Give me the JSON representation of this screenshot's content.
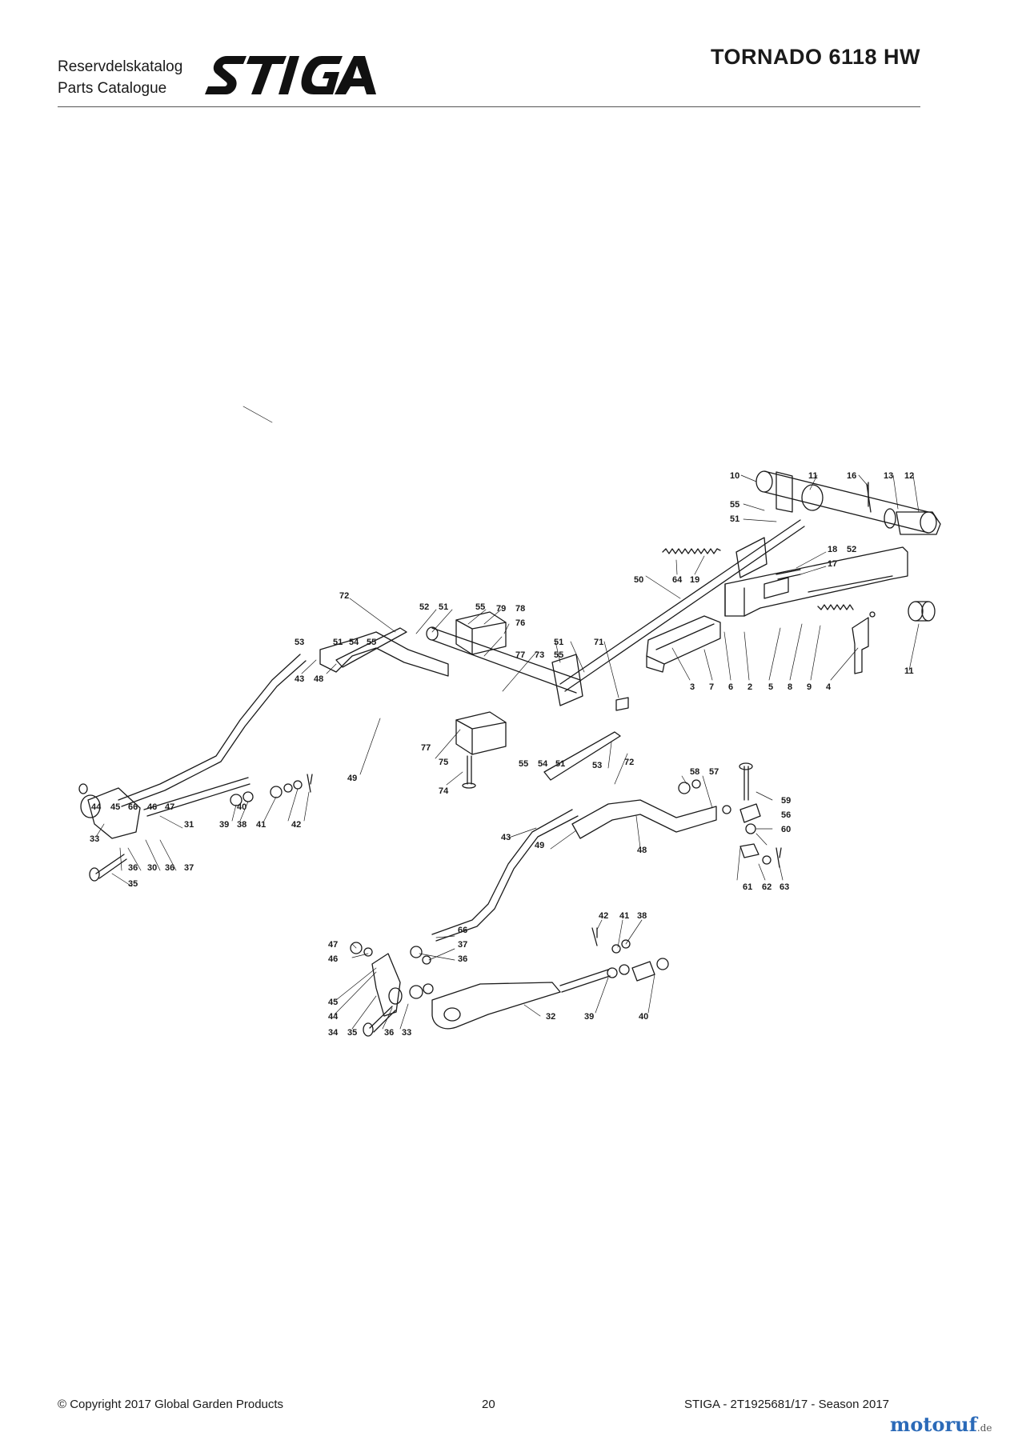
{
  "header": {
    "catalog_label_sv": "Reservdelskatalog",
    "catalog_label_en": "Parts Catalogue",
    "brand_logo_text": "STIGA",
    "model_title": "TORNADO 6118 HW"
  },
  "callouts": {
    "c10": "10",
    "c11a": "11",
    "c16": "16",
    "c13": "13",
    "c12": "12",
    "c55a": "55",
    "c51a": "51",
    "c18": "18",
    "c52a": "52",
    "c17": "17",
    "c64": "64",
    "c19": "19",
    "c50": "50",
    "c72a": "72",
    "c52b": "52",
    "c51b": "51",
    "c55b": "55",
    "c79": "79",
    "c78": "78",
    "c76": "76",
    "c53a": "53",
    "c51c": "51",
    "c54a": "54",
    "c55c": "55",
    "c77a": "77",
    "c73": "73",
    "c51d": "51",
    "c55d": "55",
    "c71": "71",
    "c3": "3",
    "c7": "7",
    "c6": "6",
    "c2": "2",
    "c5": "5",
    "c8": "8",
    "c9": "9",
    "c4": "4",
    "c11b": "11",
    "c43a": "43",
    "c48a": "48",
    "c49a": "49",
    "c77b": "77",
    "c44a": "44",
    "c45a": "45",
    "c66a": "66",
    "c46a": "46",
    "c47a": "47",
    "c40a": "40",
    "c55e": "55",
    "c54b": "54",
    "c51e": "51",
    "c72b": "72",
    "c75": "75",
    "c74": "74",
    "c53b": "53",
    "c58": "58",
    "c57": "57",
    "c59": "59",
    "c56": "56",
    "c60": "60",
    "c33a": "33",
    "c31": "31",
    "c39a": "39",
    "c38a": "38",
    "c41a": "41",
    "c42a": "42",
    "c36a": "36",
    "c30": "30",
    "c36b": "36",
    "c37a": "37",
    "c35a": "35",
    "c43b": "43",
    "c49b": "49",
    "c48b": "48",
    "c61": "61",
    "c62": "62",
    "c63": "63",
    "c42b": "42",
    "c41b": "41",
    "c38b": "38",
    "c47b": "47",
    "c46b": "46",
    "c66b": "66",
    "c37b": "37",
    "c36c": "36",
    "c45b": "45",
    "c44b": "44",
    "c34": "34",
    "c35b": "35",
    "c36d": "36",
    "c33b": "33",
    "c32": "32",
    "c39b": "39",
    "c40b": "40"
  },
  "footer": {
    "copyright": "© Copyright 2017 Global Garden Products",
    "page_number": "20",
    "document_ref": "STIGA - 2T1925681/17 - Season 2017"
  },
  "watermark": {
    "name": "motoruf",
    "tld": ".de"
  },
  "colors": {
    "ink": "#1a1a1a",
    "rule": "#555555",
    "watermark": "#2b6ab8"
  }
}
